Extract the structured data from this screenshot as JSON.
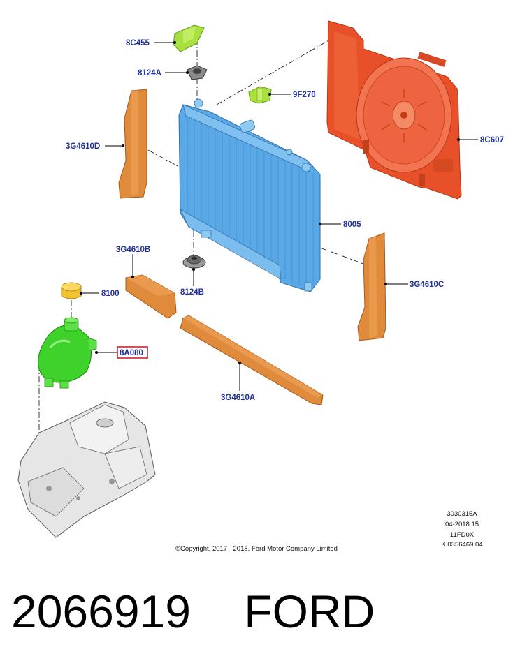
{
  "callouts": {
    "c_8c455": "8C455",
    "c_8124a": "8124A",
    "c_9f270": "9F270",
    "c_3g4610d": "3G4610D",
    "c_8c607": "8C607",
    "c_8005": "8005",
    "c_3g4610b": "3G4610B",
    "c_8124b": "8124B",
    "c_8100": "8100",
    "c_3g4610c": "3G4610C",
    "c_8a080": "8A080",
    "c_3g4610a": "3G4610A"
  },
  "highlight_color": "#d2232a",
  "label_color": "#1f2f9c",
  "part_colors": {
    "radiator": "#5aa9e6",
    "fan_shroud": "#e8502a",
    "seals": "#e08a3c",
    "reservoir": "#3fd22a",
    "cap": "#f2c230",
    "bracket_clip": "#a8e040",
    "body_panel": "#e6e6e6"
  },
  "reference_codes": [
    "3030315A",
    "04-2018 15",
    "11FD0X",
    "K 0356469 04"
  ],
  "copyright": "©Copyright, 2017 - 2018, Ford Motor Company Limited",
  "caption": {
    "part_number": "2066919",
    "brand": "FORD"
  }
}
